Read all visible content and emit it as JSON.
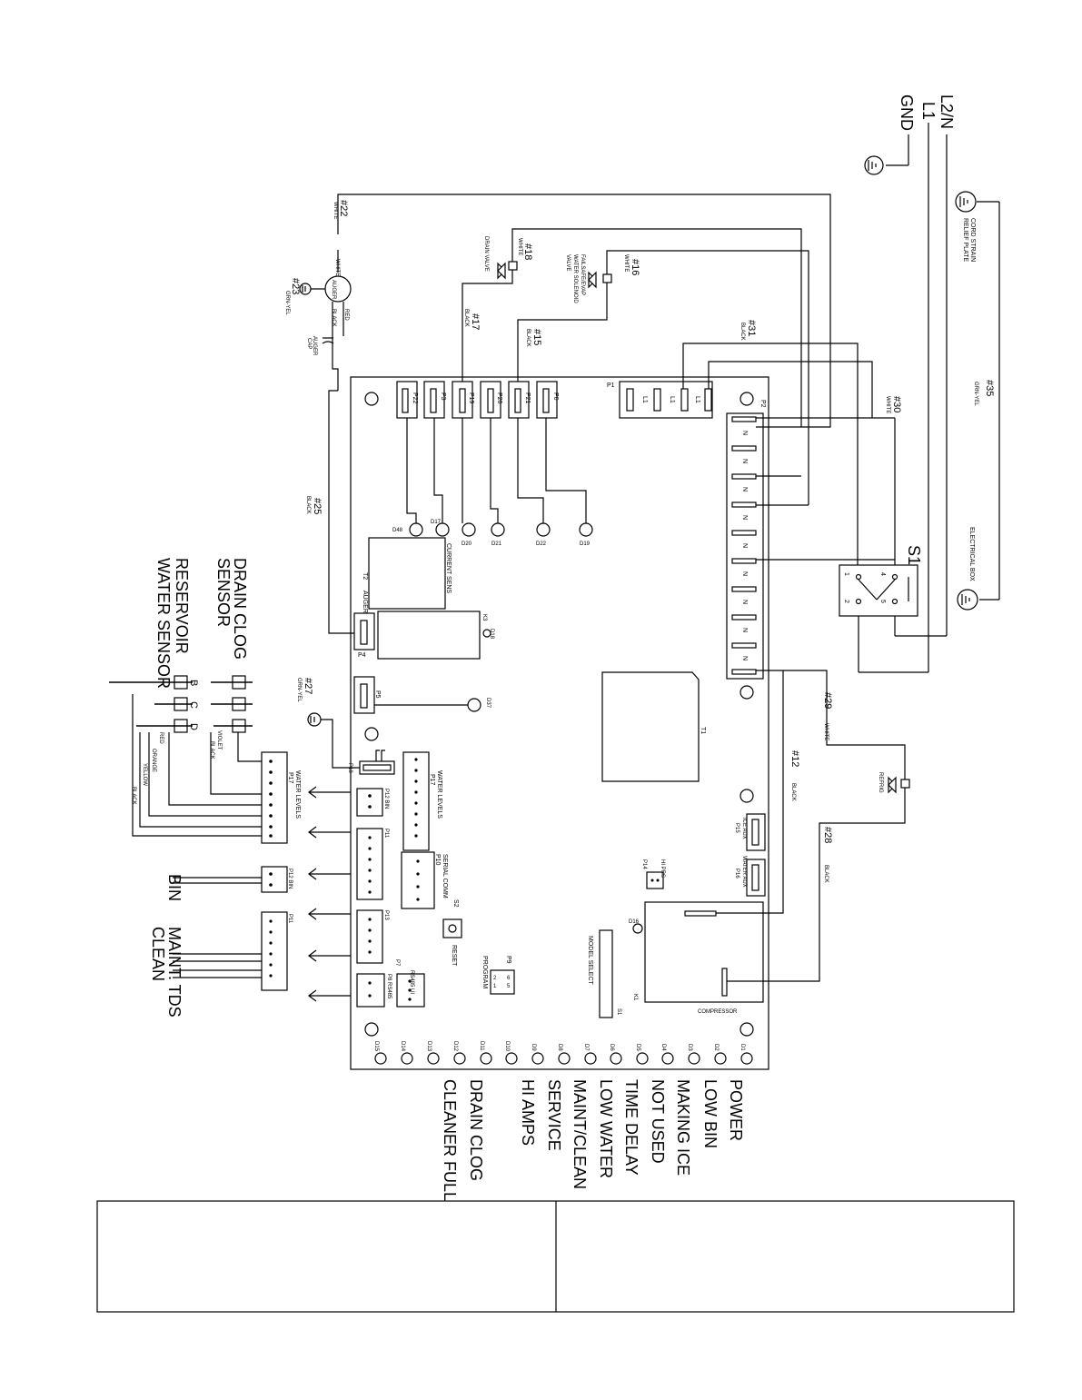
{
  "power": {
    "l2n": "L2/N",
    "l1": "L1",
    "gnd": "GND"
  },
  "wires": {
    "w22": "#22",
    "w22_color": "WHITE",
    "w18": "#18",
    "w18_color": "WHITE",
    "w16": "#16",
    "w16_color": "WHITE",
    "w17": "#17",
    "w17_color": "BLACK",
    "w15": "#15",
    "w15_color": "BLACK",
    "w31": "#31",
    "w31_color": "BLACK",
    "w23": "#23",
    "w23_color": "GRN-YEL",
    "w35": "#35",
    "w35_color": "GRN-YEL",
    "w30": "#30",
    "w30_color": "WHITE",
    "w25": "#25",
    "w25_color": "BLACK",
    "w27": "#27",
    "w27_color": "GRN-YEL",
    "w29": "#29",
    "w29_color": "WHITE",
    "w12": "#12",
    "w12_color": "BLACK",
    "w28": "#28",
    "w28_color": "BLACK"
  },
  "components": {
    "auger": "AUGER",
    "red": "RED",
    "black": "BLACK",
    "white": "WHITE",
    "auger_cap": "AUGER",
    "auger_cap2": "CAP",
    "drain_valve": "DRAIN VALVE",
    "failsafe1": "FAILSAFE/EVAP",
    "failsafe2": "WATER SOLENOID",
    "failsafe3": "VALVE",
    "cord_strain1": "CORD STRAIN",
    "cord_strain2": "RELIEF PLATE",
    "electrical_box": "ELECTRICAL BOX",
    "s1": "S1",
    "refrig": "REFRIG",
    "drain_clog1": "DRAIN CLOG",
    "drain_clog2": "SENSOR",
    "reservoir1": "RESERVOIR",
    "reservoir2": "WATER SENSOR",
    "bin": "BIN",
    "maint_tds": "MAINT. TDS",
    "clean": "CLEAN",
    "violet": "VIOLET",
    "orange": "ORANGE",
    "yellow": "YELLOW",
    "b": "B",
    "c": "C",
    "d": "D"
  },
  "board": {
    "p22": "P22",
    "p3": "P3",
    "p19": "P19",
    "p20": "P20",
    "p21": "P21",
    "p6": "P6",
    "p1": "P1",
    "p2": "P2",
    "l1": "L1",
    "n": "N",
    "d48": "D48",
    "d17": "D17",
    "d20": "D20",
    "d21": "D21",
    "d22": "D22",
    "d19": "D19",
    "current_sens": "CURRENT SENS",
    "t2": "T2",
    "auger": "AUGER",
    "p4": "P4",
    "k3": "K3",
    "d18": "D18",
    "p5": "P5",
    "d37": "D37",
    "t1": "T1",
    "p18": "P18",
    "p17": "P17",
    "water_levels": "WATER LEVELS",
    "p12_bin": "P12 BIN",
    "p11": "P11",
    "p10": "P10",
    "serial_comm": "SERIAL COMM",
    "s2": "S2",
    "reset": "RESET",
    "p13": "P13",
    "p7": "P7",
    "rs485_ui": "RS485 UI",
    "p8_rs485": "P8 RS485",
    "p9": "P9",
    "program": "PROGRAM",
    "model_select": "MODEL SELECT",
    "s1": "S1",
    "p15": "P15",
    "ice_aux": "ICE AUX",
    "p16": "P16",
    "water_aux": "WATER AUX",
    "p14": "P14",
    "hi_prs": "HI PRS",
    "d16": "D16",
    "k1": "K1",
    "compressor": "COMPRESSOR"
  },
  "leds": {
    "ids": [
      "D1",
      "D2",
      "D3",
      "D4",
      "D5",
      "D6",
      "D7",
      "D8",
      "D9",
      "D10",
      "D11",
      "D12",
      "D13",
      "D14",
      "D15"
    ],
    "labels": [
      "POWER",
      "LOW BIN",
      "MAKING ICE",
      "NOT USED",
      "TIME DELAY",
      "LOW WATER",
      "MAINT/CLEAN",
      "SERVICE",
      "HI AMPS",
      "DRAIN CLOG",
      "CLEANER FULL"
    ]
  },
  "s1_pins": {
    "p1": "1",
    "p2": "2",
    "p4": "4",
    "p5": "5"
  },
  "p9_pins": {
    "p2": "2",
    "p1": "1",
    "p6": "6",
    "p5": "5"
  },
  "footer": {
    "left": "",
    "right": ""
  }
}
